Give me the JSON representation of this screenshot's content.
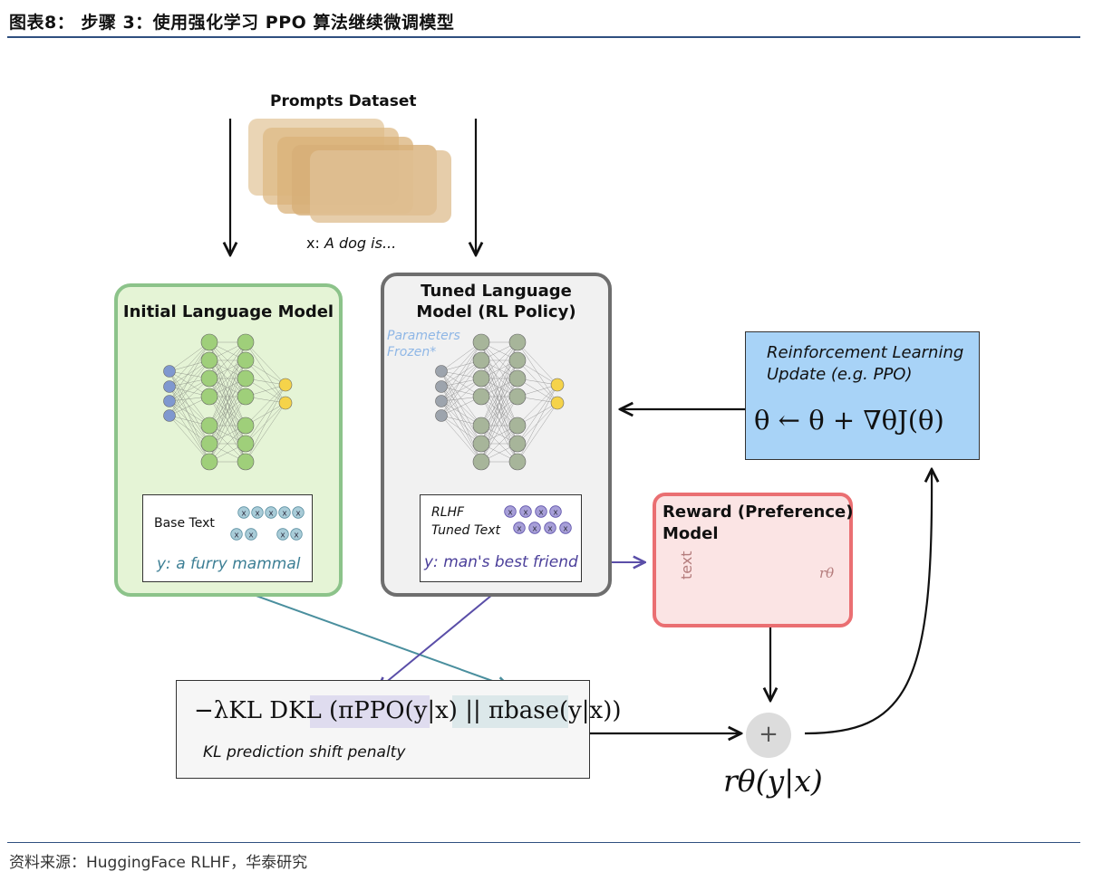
{
  "figure_title": "图表8： 步骤 3：使用强化学习 PPO 算法继续微调模型",
  "source": "资料来源：HuggingFace RLHF，华泰研究",
  "prompts": {
    "title": "Prompts Dataset",
    "x_prefix": "x: ",
    "x_value": "A dog is..."
  },
  "initial_model": {
    "title": "Initial Language Model",
    "base_text_label": "Base Text",
    "y_output": "y: a furry mammal"
  },
  "tuned_model": {
    "title_line1": "Tuned Language",
    "title_line2": "Model (RL Policy)",
    "frozen_line1": "Parameters",
    "frozen_line2": "Frozen*",
    "rlhf_line1": "RLHF",
    "rlhf_line2": "Tuned Text",
    "y_output": "y: man's best friend"
  },
  "rl_update": {
    "title_line1": "Reinforcement Learning",
    "title_line2": "Update (e.g. PPO)",
    "equation": "θ ← θ + ∇θJ(θ)"
  },
  "reward_model": {
    "title_line1": "Reward (Preference)",
    "title_line2": "Model",
    "input_label": "text",
    "output_label": "rθ"
  },
  "kl_penalty": {
    "equation": "−λKL DKL (πPPO(y|x) || πbase(y|x))",
    "caption": "KL prediction shift penalty"
  },
  "combine": {
    "plus": "+",
    "result": "rθ(y|x)"
  },
  "colors": {
    "initial_fill": "#e5f4d6",
    "initial_border": "#8cc38a",
    "tuned_fill": "#f1f1f1",
    "tuned_border": "#6e6e6e",
    "rl_fill": "#a8d3f7",
    "reward_fill": "#fbe4e4",
    "reward_border": "#ea6f72",
    "teal_arrow": "#4a8f9e",
    "purple_arrow": "#5a4ea8"
  }
}
